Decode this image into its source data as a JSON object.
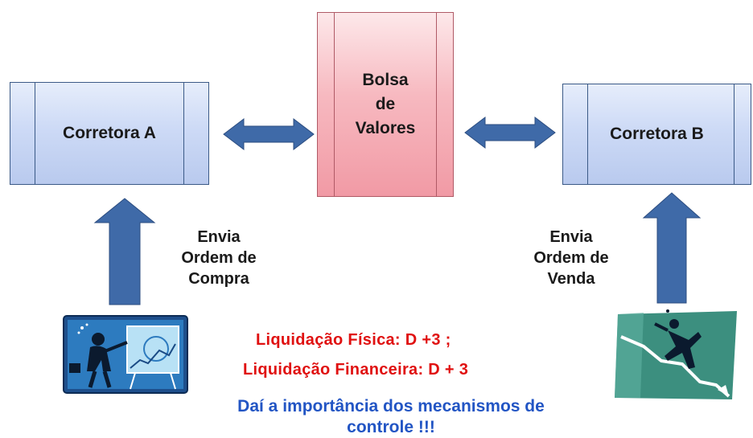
{
  "nodes": {
    "corretora_a": "Corretora A",
    "corretora_b": "Corretora B",
    "bolsa": [
      "Bolsa",
      "de",
      "Valores"
    ]
  },
  "labels": {
    "compra": [
      "Envia",
      "Ordem de",
      "Compra"
    ],
    "venda": [
      "Envia",
      "Ordem de",
      "Venda"
    ]
  },
  "notes": {
    "liquidacao_fisica": "Liquidação Física: D +3 ;",
    "liquidacao_financeira": "Liquidação Financeira: D + 3",
    "importancia_1": "Daí a importância dos mecanismos de",
    "importancia_2": "controle !!!"
  },
  "colors": {
    "arrow": "#3f6aa8",
    "box_blue": "#c9d7f4",
    "box_red": "#f5aeb7",
    "text_red": "#e01010",
    "text_blue": "#2255c4"
  },
  "icons": [
    "businessman-at-chart-icon",
    "falling-businessman-icon"
  ]
}
